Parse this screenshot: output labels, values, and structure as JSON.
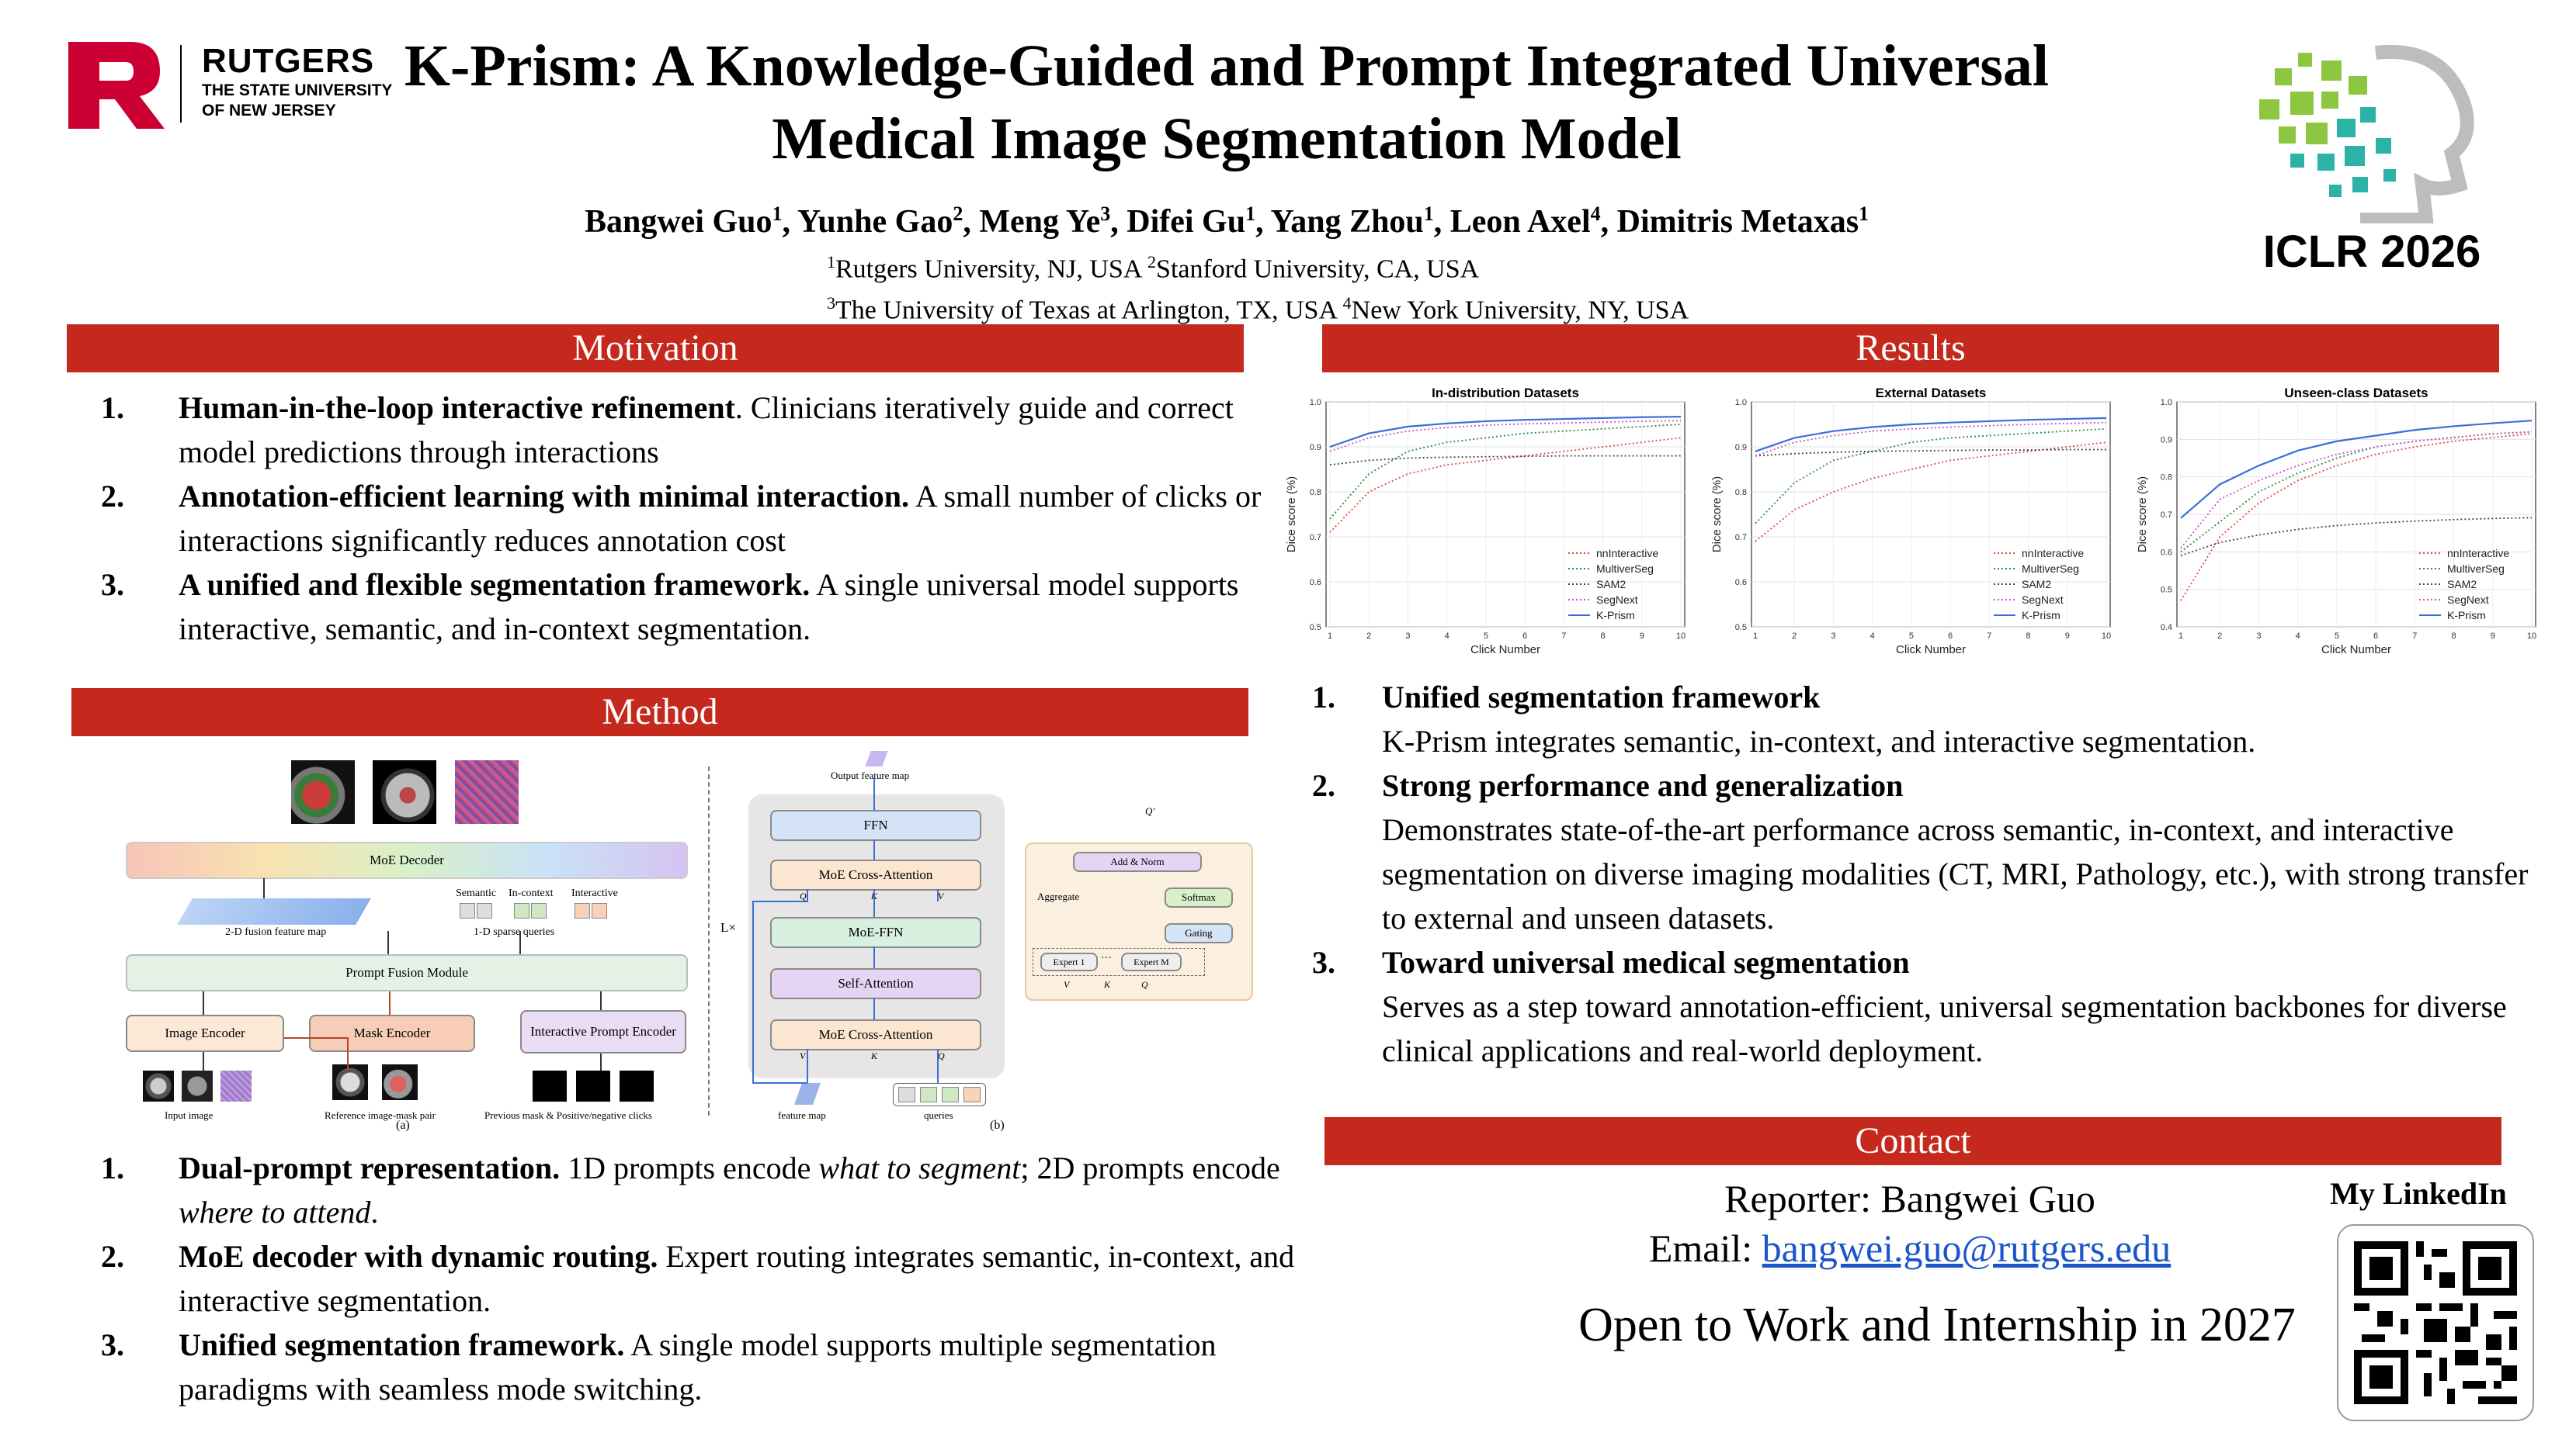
{
  "header": {
    "logo_letter": "R",
    "logo_lines": [
      "RUTGERS",
      "THE STATE UNIVERSITY",
      "OF NEW JERSEY"
    ],
    "title_line1": "K-Prism: A Knowledge-Guided and Prompt Integrated Universal",
    "title_line2": "Medical Image Segmentation Model",
    "authors": [
      {
        "name": "Bangwei Guo",
        "sup": "1"
      },
      {
        "name": "Yunhe Gao",
        "sup": "2"
      },
      {
        "name": "Meng Ye",
        "sup": "3"
      },
      {
        "name": "Difei Gu",
        "sup": "1"
      },
      {
        "name": "Yang Zhou",
        "sup": "1"
      },
      {
        "name": "Leon Axel",
        "sup": "4"
      },
      {
        "name": "Dimitris Metaxas",
        "sup": "1"
      }
    ],
    "affil1": {
      "s1": "1",
      "t1": "Rutgers University, NJ, USA ",
      "s2": "2",
      "t2": "Stanford University, CA, USA"
    },
    "affil2": {
      "s1": "3",
      "t1": "The University of Texas at Arlington, TX, USA ",
      "s2": "4",
      "t2": "New York University, NY, USA"
    },
    "conference": "ICLR 2026"
  },
  "motivation": {
    "title": "Motivation",
    "items": [
      {
        "num": "1.",
        "bold": "Human-in-the-loop interactive refinement",
        "text": ". Clinicians iteratively guide and correct model predictions through interactions"
      },
      {
        "num": "2.",
        "bold": "Annotation-efficient learning with minimal interaction.",
        "text": " A small number of clicks or interactions significantly reduces annotation cost"
      },
      {
        "num": "3.",
        "bold": "A unified and flexible segmentation framework.",
        "text": " A single universal model supports interactive, semantic, and in-context segmentation."
      }
    ]
  },
  "method": {
    "title": "Method",
    "diagram": {
      "moe_decoder": "MoE Decoder",
      "fusion_map": "2-D fusion feature map",
      "sparse_queries": "1-D sparse queries",
      "q_semantic": "Semantic",
      "q_incontext": "In-context",
      "q_interactive": "Interactive",
      "prompt_fusion": "Prompt Fusion Module",
      "image_encoder": "Image Encoder",
      "mask_encoder": "Mask Encoder",
      "interactive_encoder": "Interactive Prompt Encoder",
      "input_image": "Input image",
      "ref_pair": "Reference image-mask pair",
      "prev_mask": "Previous mask & Positive/negative clicks",
      "label_a": "(a)",
      "output_map": "Output feature map",
      "ffn": "FFN",
      "moe_cross_top": "MoE Cross-Attention",
      "moe_ffn": "MoE-FFN",
      "self_attn": "Self-Attention",
      "moe_cross_bottom": "MoE Cross-Attention",
      "lx": "L×",
      "q": "Q",
      "k": "K",
      "v": "V",
      "q_prime": "Q'",
      "feature_map": "feature map",
      "queries": "queries",
      "label_b": "(b)",
      "add_norm": "Add & Norm",
      "aggregate": "Aggregate",
      "softmax": "Softmax",
      "gating": "Gating",
      "expert1": "Expert 1",
      "expert_dots": "···",
      "expertM": "Expert M"
    },
    "items": [
      {
        "num": "1.",
        "bold": "Dual-prompt representation.",
        "t1": " 1D prompts encode ",
        "i1": "what to segment",
        "t2": "; 2D prompts encode ",
        "i2": "where to attend",
        "t3": "."
      },
      {
        "num": "2.",
        "bold": "MoE decoder with dynamic routing.",
        "text": " Expert routing integrates semantic, in-context, and interactive segmentation."
      },
      {
        "num": "3.",
        "bold": "Unified segmentation framework.",
        "text": " A single model supports multiple segmentation paradigms with seamless mode switching."
      }
    ]
  },
  "results": {
    "title": "Results",
    "items": [
      {
        "num": "1.",
        "bold": "Unified segmentation framework",
        "text": "K-Prism integrates semantic, in-context, and interactive segmentation."
      },
      {
        "num": "2.",
        "bold": "Strong performance and generalization",
        "text": "Demonstrates state-of-the-art performance across semantic, in-context, and interactive segmentation on diverse imaging modalities (CT, MRI, Pathology, etc.), with strong transfer to external and unseen datasets."
      },
      {
        "num": "3.",
        "bold": "Toward universal medical segmentation",
        "text": "Serves as a step toward annotation-efficient, universal segmentation backbones for diverse clinical applications and real-world deployment."
      }
    ]
  },
  "contact": {
    "title": "Contact",
    "reporter": "Reporter: Bangwei Guo",
    "email_label": "Email: ",
    "email": "bangwei.guo@rutgers.edu",
    "open": "Open to Work and Internship in 2027",
    "linkedin": "My LinkedIn"
  },
  "colors": {
    "accent": "#c5281c",
    "rutgers": "#cc0033"
  },
  "chart_data": [
    {
      "type": "line",
      "title": "In-distribution Datasets",
      "xlabel": "Click Number",
      "ylabel": "Dice score (%)",
      "x": [
        1,
        2,
        3,
        4,
        5,
        6,
        7,
        8,
        9,
        10
      ],
      "xticks": [
        "1",
        "2",
        "3",
        "4",
        "5",
        "6",
        "7",
        "8",
        "9",
        "10"
      ],
      "ylim": [
        0.5,
        1.0
      ],
      "yticks": [
        "0.5",
        "0.6",
        "0.7",
        "0.8",
        "0.9",
        "1.0"
      ],
      "yticks_val": [
        0.5,
        0.6,
        0.7,
        0.8,
        0.9,
        1.0
      ],
      "series": [
        {
          "name": "nnInteractive",
          "color": "#e04a3f",
          "dash": "2,3",
          "values": [
            0.71,
            0.8,
            0.84,
            0.86,
            0.87,
            0.88,
            0.89,
            0.9,
            0.91,
            0.92
          ]
        },
        {
          "name": "MultiverSeg",
          "color": "#2e8b3a",
          "dash": "2,3",
          "values": [
            0.74,
            0.84,
            0.89,
            0.91,
            0.92,
            0.93,
            0.935,
            0.94,
            0.945,
            0.95
          ]
        },
        {
          "name": "SAM2",
          "color": "#444444",
          "dash": "2,3",
          "values": [
            0.86,
            0.87,
            0.875,
            0.877,
            0.878,
            0.879,
            0.88,
            0.88,
            0.88,
            0.88
          ]
        },
        {
          "name": "SegNext",
          "color": "#c653c6",
          "dash": "2,3",
          "values": [
            0.89,
            0.92,
            0.935,
            0.943,
            0.948,
            0.951,
            0.953,
            0.955,
            0.957,
            0.958
          ]
        },
        {
          "name": "K-Prism",
          "color": "#3a6fd8",
          "dash": "",
          "values": [
            0.9,
            0.93,
            0.945,
            0.952,
            0.957,
            0.96,
            0.962,
            0.964,
            0.966,
            0.967
          ]
        }
      ]
    },
    {
      "type": "line",
      "title": "External Datasets",
      "xlabel": "Click Number",
      "ylabel": "Dice score (%)",
      "x": [
        1,
        2,
        3,
        4,
        5,
        6,
        7,
        8,
        9,
        10
      ],
      "xticks": [
        "1",
        "2",
        "3",
        "4",
        "5",
        "6",
        "7",
        "8",
        "9",
        "10"
      ],
      "ylim": [
        0.5,
        1.0
      ],
      "yticks": [
        "0.5",
        "0.6",
        "0.7",
        "0.8",
        "0.9",
        "1.0"
      ],
      "yticks_val": [
        0.5,
        0.6,
        0.7,
        0.8,
        0.9,
        1.0
      ],
      "series": [
        {
          "name": "nnInteractive",
          "color": "#e04a3f",
          "dash": "2,3",
          "values": [
            0.69,
            0.76,
            0.8,
            0.83,
            0.85,
            0.87,
            0.88,
            0.89,
            0.9,
            0.91
          ]
        },
        {
          "name": "MultiverSeg",
          "color": "#2e8b3a",
          "dash": "2,3",
          "values": [
            0.73,
            0.82,
            0.87,
            0.89,
            0.91,
            0.92,
            0.925,
            0.93,
            0.935,
            0.94
          ]
        },
        {
          "name": "SAM2",
          "color": "#444444",
          "dash": "2,3",
          "values": [
            0.88,
            0.885,
            0.888,
            0.89,
            0.891,
            0.892,
            0.893,
            0.893,
            0.894,
            0.894
          ]
        },
        {
          "name": "SegNext",
          "color": "#c653c6",
          "dash": "2,3",
          "values": [
            0.88,
            0.91,
            0.925,
            0.935,
            0.94,
            0.944,
            0.947,
            0.95,
            0.952,
            0.954
          ]
        },
        {
          "name": "K-Prism",
          "color": "#3a6fd8",
          "dash": "",
          "values": [
            0.89,
            0.92,
            0.935,
            0.944,
            0.95,
            0.954,
            0.957,
            0.96,
            0.962,
            0.964
          ]
        }
      ]
    },
    {
      "type": "line",
      "title": "Unseen-class Datasets",
      "xlabel": "Click Number",
      "ylabel": "Dice score (%)",
      "x": [
        1,
        2,
        3,
        4,
        5,
        6,
        7,
        8,
        9,
        10
      ],
      "xticks": [
        "1",
        "2",
        "3",
        "4",
        "5",
        "6",
        "7",
        "8",
        "9",
        "10"
      ],
      "ylim": [
        0.4,
        1.0
      ],
      "yticks": [
        "0.4",
        "0.5",
        "0.6",
        "0.7",
        "0.8",
        "0.9",
        "1.0"
      ],
      "yticks_val": [
        0.4,
        0.5,
        0.6,
        0.7,
        0.8,
        0.9,
        1.0
      ],
      "series": [
        {
          "name": "nnInteractive",
          "color": "#e04a3f",
          "dash": "2,3",
          "values": [
            0.47,
            0.64,
            0.73,
            0.79,
            0.83,
            0.86,
            0.88,
            0.895,
            0.905,
            0.915
          ]
        },
        {
          "name": "MultiverSeg",
          "color": "#2e8b3a",
          "dash": "2,3",
          "values": [
            0.6,
            0.68,
            0.76,
            0.81,
            0.85,
            0.88,
            0.895,
            0.905,
            0.915,
            0.92
          ]
        },
        {
          "name": "SAM2",
          "color": "#444444",
          "dash": "2,3",
          "values": [
            0.59,
            0.625,
            0.645,
            0.66,
            0.67,
            0.677,
            0.682,
            0.686,
            0.689,
            0.691
          ]
        },
        {
          "name": "SegNext",
          "color": "#c653c6",
          "dash": "2,3",
          "values": [
            0.61,
            0.74,
            0.79,
            0.83,
            0.86,
            0.88,
            0.895,
            0.905,
            0.915,
            0.92
          ]
        },
        {
          "name": "K-Prism",
          "color": "#3a6fd8",
          "dash": "",
          "values": [
            0.69,
            0.78,
            0.83,
            0.87,
            0.895,
            0.91,
            0.925,
            0.935,
            0.943,
            0.95
          ]
        }
      ]
    }
  ]
}
